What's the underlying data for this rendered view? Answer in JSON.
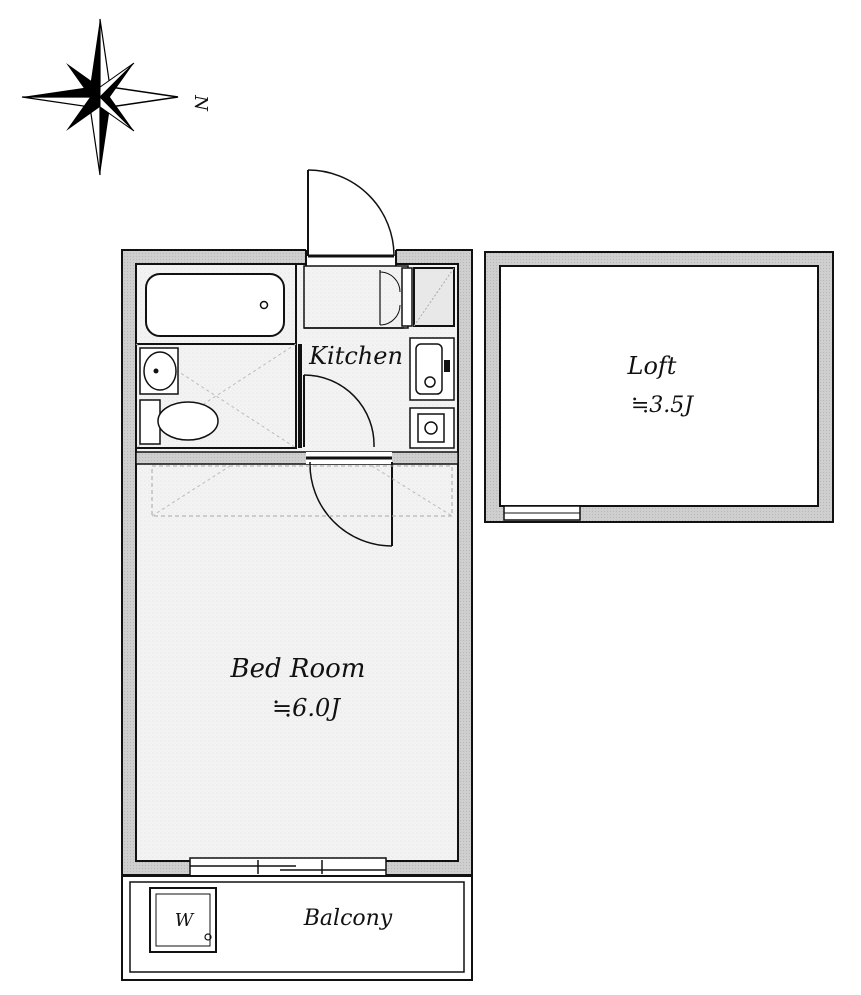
{
  "compass": {
    "label": "N",
    "icon": "compass-rose-icon"
  },
  "rooms": {
    "kitchen": {
      "label": "Kitchen"
    },
    "bedroom": {
      "label": "Bed Room",
      "size": "≒6.0J"
    },
    "loft": {
      "label": "Loft",
      "size": "≒3.5J"
    },
    "balcony": {
      "label": "Balcony"
    },
    "washer": {
      "label": "W"
    }
  },
  "colors": {
    "wall": "#111111",
    "wall_fill": "#d6d6d6",
    "floor": "#f4f4f4",
    "line": "#333333"
  }
}
